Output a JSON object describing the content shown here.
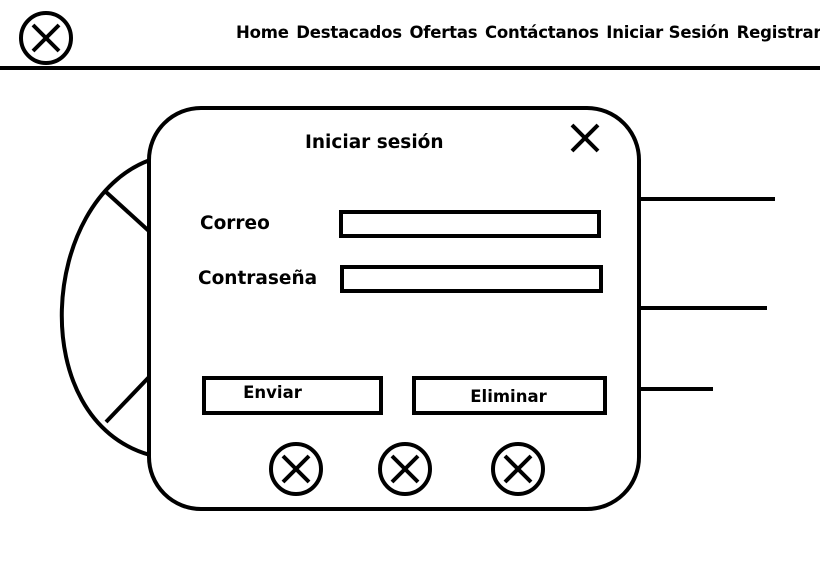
{
  "header": {
    "logo_icon": "circle-x-icon",
    "nav": [
      "Home",
      "Destacados",
      "Ofertas",
      "Contáctanos",
      "Iniciar Sesión",
      "Registrarse"
    ]
  },
  "modal": {
    "title": "Iniciar sesión",
    "close_icon": "close-x-icon",
    "fields": [
      {
        "label": "Correo",
        "value": "",
        "placeholder": ""
      },
      {
        "label": "Contraseña",
        "value": "",
        "placeholder": ""
      }
    ],
    "buttons": {
      "submit": "Enviar",
      "delete": "Eliminar"
    },
    "social_icons": [
      "circle-x-icon",
      "circle-x-icon",
      "circle-x-icon"
    ]
  }
}
